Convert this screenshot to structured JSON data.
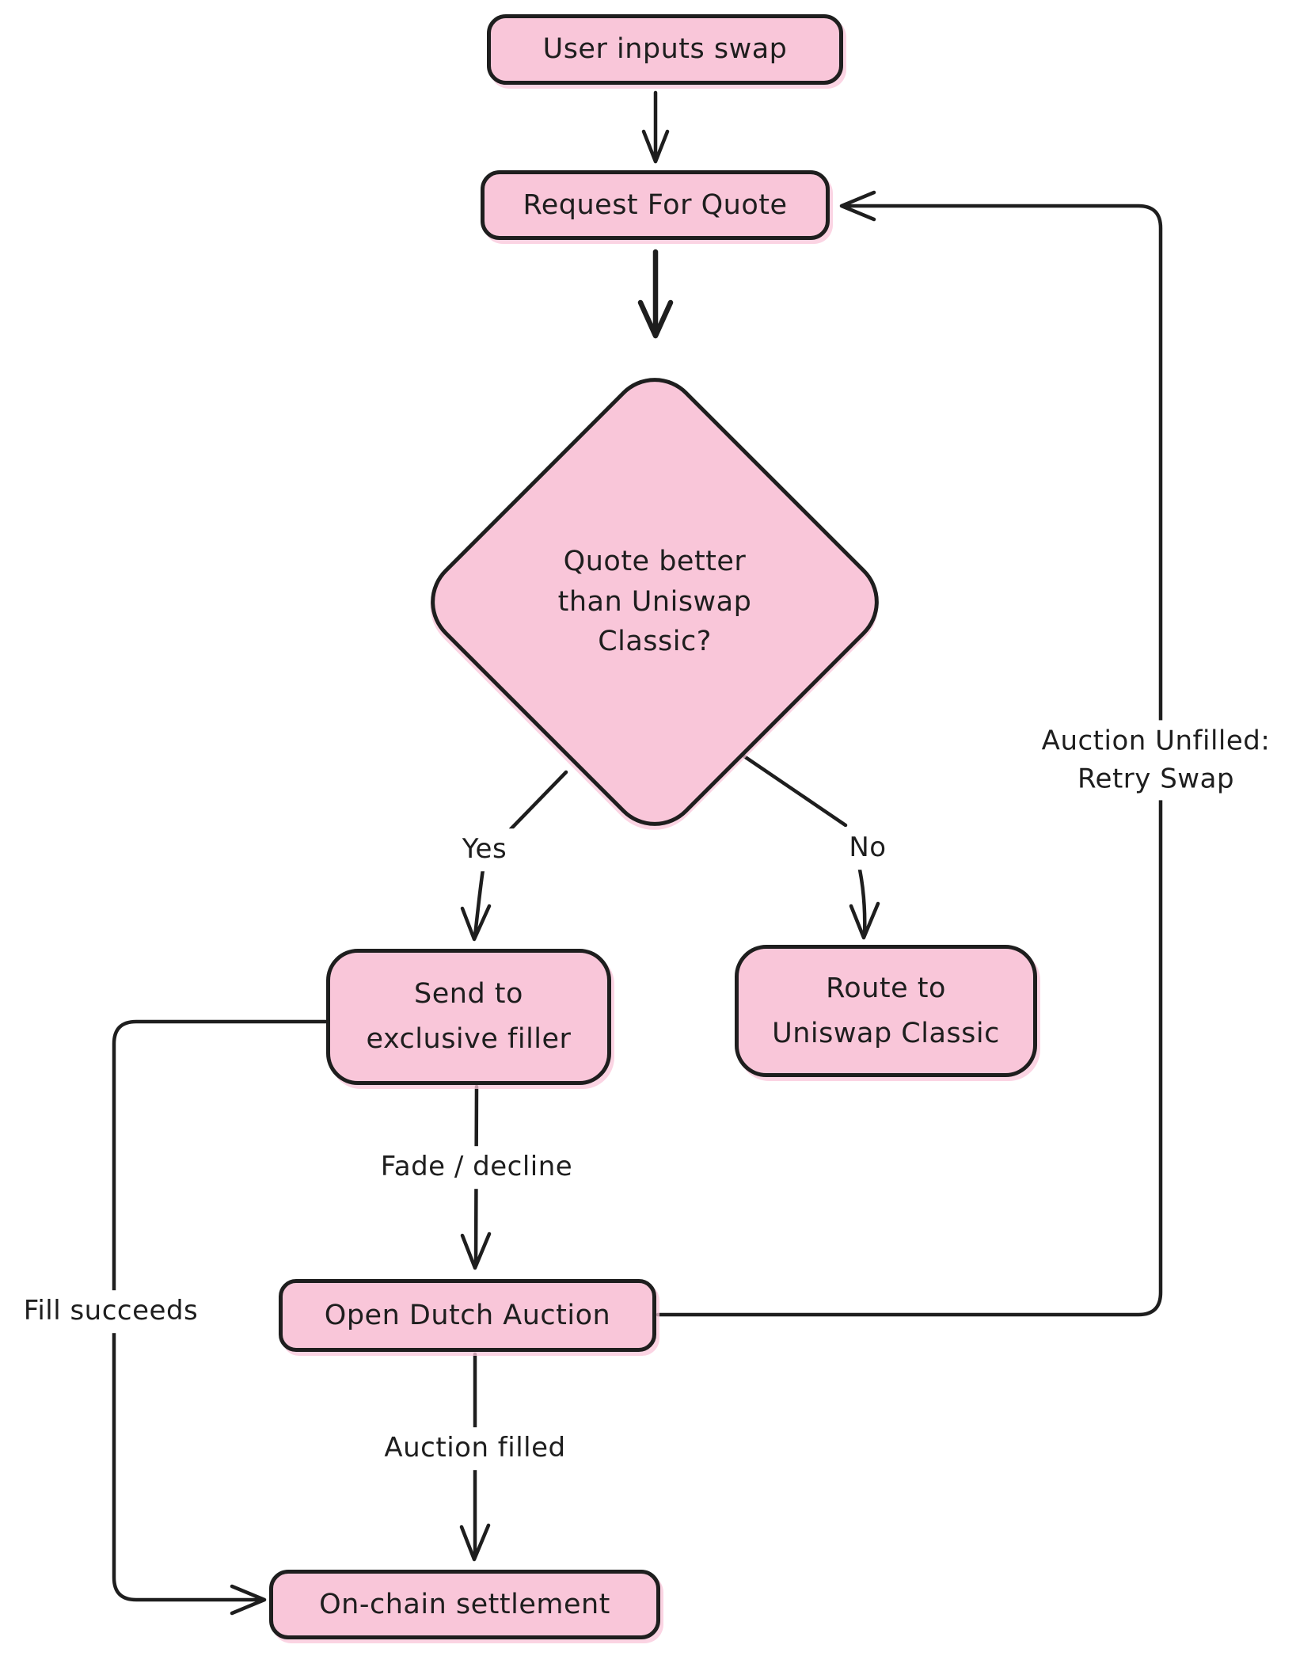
{
  "canvas": {
    "background": "#ffffff",
    "node_fill": "#f9c6d9",
    "stroke": "#1e1e1e"
  },
  "nodes": {
    "user_inputs_swap": {
      "label": "User inputs swap"
    },
    "request_for_quote": {
      "label": "Request For Quote"
    },
    "decision": {
      "line1": "Quote better",
      "line2": "than Uniswap",
      "line3": "Classic?"
    },
    "send_to_exclusive_filler": {
      "line1": "Send to",
      "line2": "exclusive filler"
    },
    "route_to_uniswap_classic": {
      "line1": "Route to",
      "line2": "Uniswap Classic"
    },
    "open_dutch_auction": {
      "label": "Open Dutch Auction"
    },
    "on_chain_settlement": {
      "label": "On-chain settlement"
    }
  },
  "edge_labels": {
    "yes": "Yes",
    "no": "No",
    "fade_decline": "Fade / decline",
    "auction_filled": "Auction filled",
    "fill_succeeds": "Fill succeeds",
    "auction_unfilled_line1": "Auction Unfilled:",
    "auction_unfilled_line2": "Retry Swap"
  }
}
